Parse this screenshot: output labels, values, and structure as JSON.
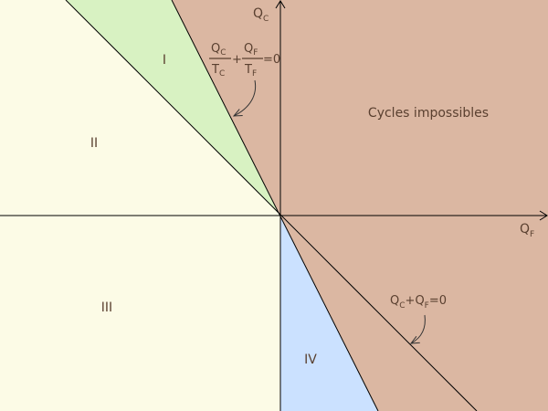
{
  "colors": {
    "cycles_impossibles": "#dbb7a2",
    "region_I": "#d8f2c2",
    "region_II_III": "#fcfbe6",
    "region_IV": "#cbe1ff",
    "lines": "#000000",
    "text": "#5a4030"
  },
  "axes": {
    "vertical": {
      "letter": "Q",
      "subscript": "C"
    },
    "horizontal": {
      "letter": "Q",
      "subscript": "F"
    }
  },
  "regions": {
    "I": "I",
    "II": "II",
    "III": "III",
    "IV": "IV",
    "impossible": "Cycles impossibles"
  },
  "equations": {
    "clausius": {
      "term1": {
        "num_letter": "Q",
        "num_sub": "C",
        "den_letter": "T",
        "den_sub": "C"
      },
      "plus": "+",
      "term2": {
        "num_letter": "Q",
        "num_sub": "F",
        "den_letter": "T",
        "den_sub": "F"
      },
      "equals": "=0"
    },
    "first_law": {
      "a_letter": "Q",
      "a_sub": "C",
      "plus": "+",
      "b_letter": "Q",
      "b_sub": "F",
      "equals": "=0"
    }
  }
}
